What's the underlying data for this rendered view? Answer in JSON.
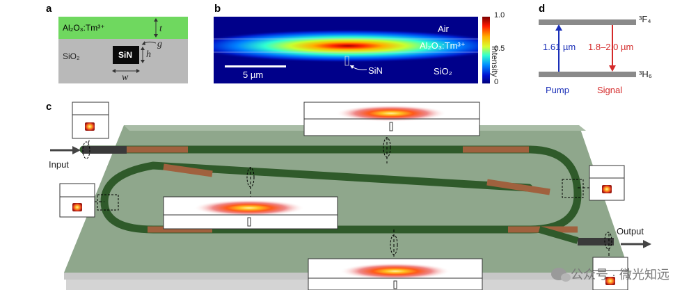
{
  "panels": {
    "a": "a",
    "b": "b",
    "c": "c",
    "d": "d"
  },
  "panel_a": {
    "layer_top": "Al₂O₃:Tm³⁺",
    "substrate": "SiO₂",
    "core": "SiN",
    "dim_t": "t",
    "dim_g": "g",
    "dim_h": "h",
    "dim_w": "w"
  },
  "panel_b": {
    "air": "Air",
    "film": "Al₂O₃:Tm³⁺",
    "core": "SiN",
    "substrate": "SiO₂",
    "scale_bar": "5 µm",
    "colorbar_label": "Intensity",
    "colorbar_ticks": [
      "1.0",
      "0.5",
      "0"
    ]
  },
  "panel_d": {
    "upper_level": "³F₄",
    "lower_level": "³H₆",
    "pump_wavelength": "1.61 µm",
    "signal_wavelength": "1.8–2.0 µm",
    "pump_label": "Pump",
    "signal_label": "Signal",
    "pump_color": "#1a2fb8",
    "signal_color": "#d42a2a"
  },
  "panel_c": {
    "input_label": "Input",
    "output_label": "Output"
  },
  "watermark": "公众号 · 微光知远"
}
